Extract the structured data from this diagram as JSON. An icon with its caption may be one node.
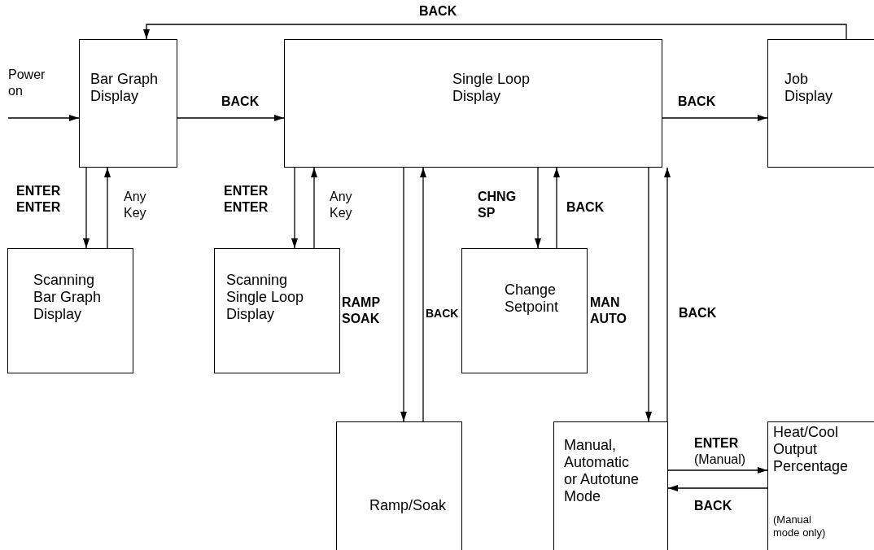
{
  "diagram": {
    "nodes": [
      {
        "text": [
          "Bar Graph Display"
        ]
      },
      {
        "text": [
          "Single Loop Display"
        ]
      },
      {
        "text": [
          "Job Display"
        ]
      },
      {
        "text": [
          "Scanning Bar Graph Display"
        ]
      },
      {
        "text": [
          "Scanning Single Loop Display"
        ]
      },
      {
        "text": [
          "Change Setpoint"
        ]
      },
      {
        "text": [
          "Ramp/Soak"
        ]
      },
      {
        "text": [
          "Manual, Automatic or Autotune Mode"
        ]
      },
      {
        "text": [
          "Heat/Cool Output Percentage",
          "(Manual mode only)"
        ]
      }
    ],
    "edges": [
      {
        "from": null,
        "to": 0,
        "arrow": "to",
        "label": "Power on"
      },
      {
        "from": 0,
        "to": 1,
        "arrow": "to",
        "label": "BACK"
      },
      {
        "from": 1,
        "to": 2,
        "arrow": "to",
        "label": "BACK"
      },
      {
        "from": 2,
        "to": 0,
        "arrow": "to",
        "label": "BACK"
      },
      {
        "from": 0,
        "to": 3,
        "arrow": "to",
        "label": "ENTER ENTER"
      },
      {
        "from": 3,
        "to": 0,
        "arrow": "to",
        "label": "Any Key"
      },
      {
        "from": 1,
        "to": 4,
        "arrow": "to",
        "label": "ENTER ENTER"
      },
      {
        "from": 4,
        "to": 1,
        "arrow": "to",
        "label": "Any Key"
      },
      {
        "from": 1,
        "to": 6,
        "arrow": "to",
        "label": "RAMP SOAK"
      },
      {
        "from": 6,
        "to": 1,
        "arrow": "to",
        "label": "BACK"
      },
      {
        "from": 1,
        "to": 5,
        "arrow": "to",
        "label": "CHNG SP"
      },
      {
        "from": 5,
        "to": 1,
        "arrow": "to",
        "label": "BACK"
      },
      {
        "from": 1,
        "to": 7,
        "arrow": "to",
        "label": "MAN AUTO"
      },
      {
        "from": 7,
        "to": 1,
        "arrow": "to",
        "label": "BACK"
      },
      {
        "from": 7,
        "to": 8,
        "arrow": "to",
        "label": "**ENTER** (Manual)"
      },
      {
        "from": 8,
        "to": 7,
        "arrow": "to",
        "label": "BACK"
      }
    ]
  }
}
